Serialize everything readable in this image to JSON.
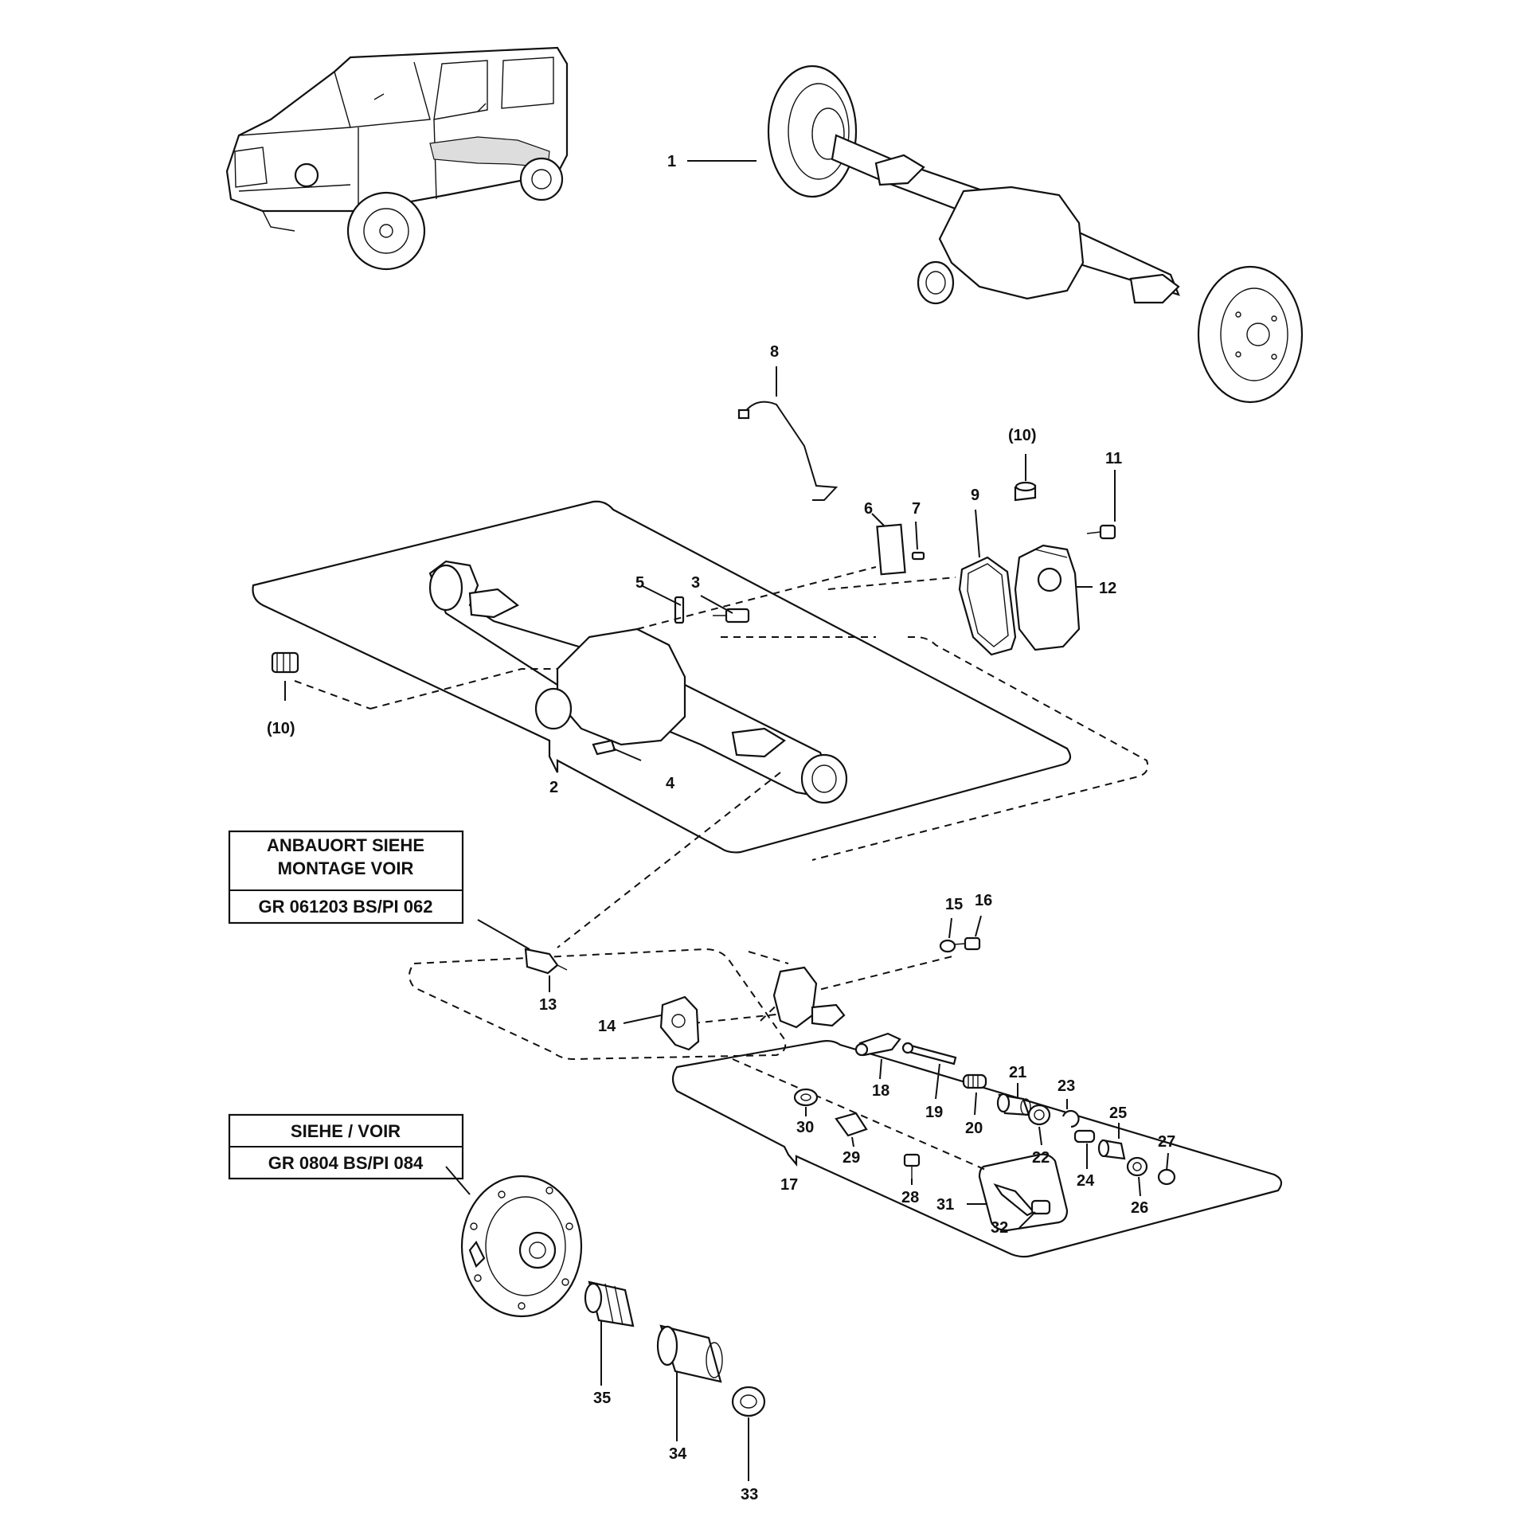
{
  "notes": {
    "box1": {
      "line1": "ANBAUORT SIEHE",
      "line2": "MONTAGE VOIR",
      "ref": "GR  061203   BS/PI  062"
    },
    "box2": {
      "title": "SIEHE  /  VOIR",
      "ref": "GR   0804  BS/PI  084"
    }
  },
  "labels": {
    "n1": "1",
    "n2": "2",
    "n3": "3",
    "n4": "4",
    "n5": "5",
    "n6": "6",
    "n7": "7",
    "n8": "8",
    "n9": "9",
    "n10a": "(10)",
    "n10b": "(10)",
    "n11": "11",
    "n12": "12",
    "n13": "13",
    "n14": "14",
    "n15": "15",
    "n16": "16",
    "n17": "17",
    "n18": "18",
    "n19": "19",
    "n20": "20",
    "n21": "21",
    "n22": "22",
    "n23": "23",
    "n24": "24",
    "n25": "25",
    "n26": "26",
    "n27": "27",
    "n28": "28",
    "n29": "29",
    "n30": "30",
    "n31": "31",
    "n32": "32",
    "n33": "33",
    "n34": "34",
    "n35": "35"
  }
}
